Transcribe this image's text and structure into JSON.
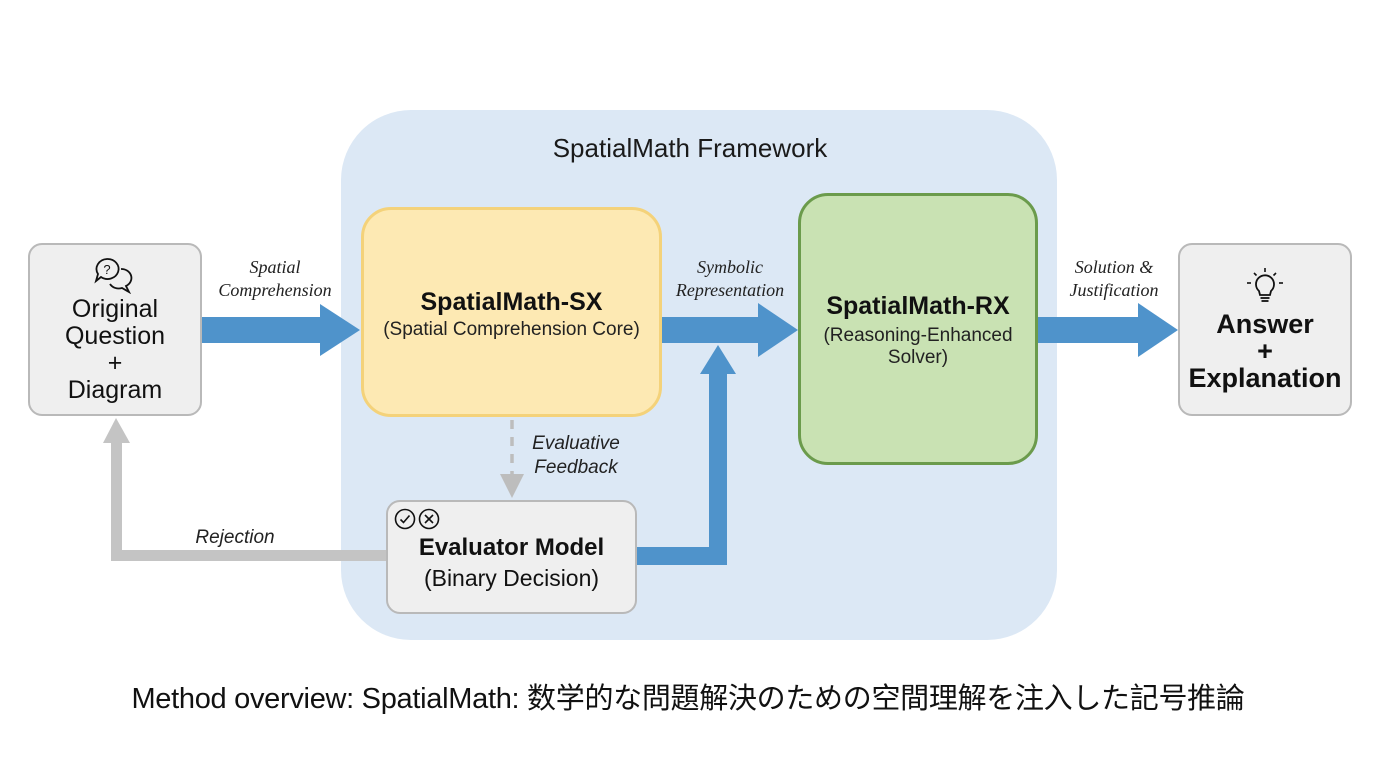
{
  "framework": {
    "title": "SpatialMath Framework",
    "background_color": "#dce8f5"
  },
  "nodes": {
    "input": {
      "icon": "question-chat-bubbles-icon",
      "lines": [
        "Original",
        "Question",
        "+",
        "Diagram"
      ]
    },
    "sx": {
      "title": "SpatialMath-SX",
      "subtitle": "(Spatial Comprehension Core)",
      "fill_color": "#fde9b3",
      "border_color": "#f4d27a"
    },
    "rx": {
      "title": "SpatialMath-RX",
      "subtitle_lines": [
        "(Reasoning-Enhanced",
        "Solver)"
      ],
      "fill_color": "#c9e2b3",
      "border_color": "#6b9b4c"
    },
    "evaluator": {
      "icons": [
        "check-circle-icon",
        "x-circle-icon"
      ],
      "title": "Evaluator Model",
      "subtitle": "(Binary Decision)"
    },
    "output": {
      "icon": "lightbulb-icon",
      "lines": [
        "Answer",
        "+",
        "Explanation"
      ]
    }
  },
  "edges": {
    "spatial_comprehension": [
      "Spatial",
      "Comprehension"
    ],
    "symbolic_representation": [
      "Symbolic",
      "Representation"
    ],
    "solution_justification": [
      "Solution &",
      "Justification"
    ],
    "evaluative_feedback": [
      "Evaluative",
      "Feedback"
    ],
    "rejection": "Rejection"
  },
  "colors": {
    "flow_arrow": "#4f93cb",
    "reject_arrow": "#c4c4c4"
  },
  "caption": "Method overview: SpatialMath: 数学的な問題解決のための空間理解を注入した記号推論"
}
